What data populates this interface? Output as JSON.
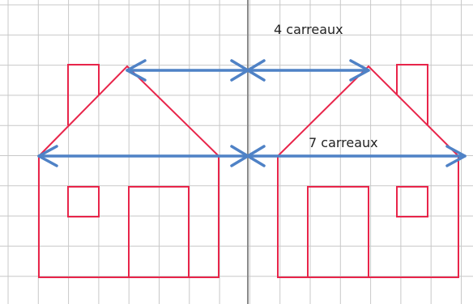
{
  "labels": {
    "top": "4 carreaux",
    "bottom": "7 carreaux"
  },
  "colors": {
    "grid": "#c8c8c8",
    "axis": "#8a8a8a",
    "house": "#e8254a",
    "arrow": "#4f82c6",
    "text": "#222222"
  },
  "figure": {
    "grid_unit": "carreau",
    "axis_of_symmetry": "vertical",
    "top_arrows_length_squares": 4,
    "bottom_arrows_length_squares": 7
  }
}
